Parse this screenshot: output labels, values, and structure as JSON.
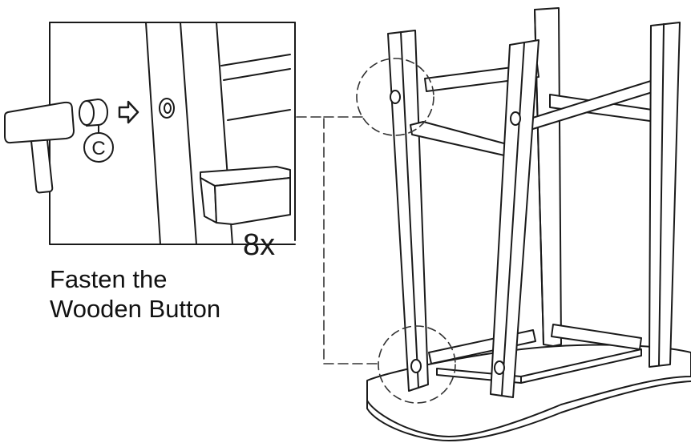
{
  "detail": {
    "part_label": "C",
    "quantity": "8x"
  },
  "caption": {
    "line1": "Fasten the",
    "line2": "Wooden Button"
  },
  "colors": {
    "stroke": "#1a1a1a",
    "background": "#ffffff",
    "dash": "#333333"
  }
}
